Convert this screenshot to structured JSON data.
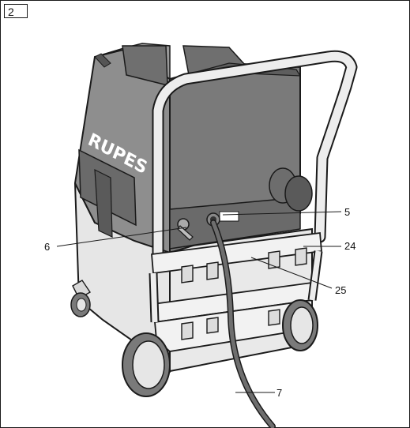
{
  "figure": {
    "number": "2",
    "brand_text": "RUPES"
  },
  "callouts": {
    "c5": "5",
    "c6": "6",
    "c24": "24",
    "c25": "25",
    "c7": "7"
  }
}
